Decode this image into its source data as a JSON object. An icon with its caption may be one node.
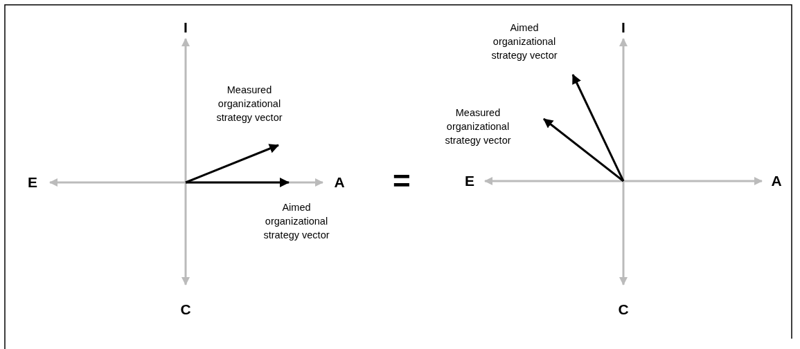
{
  "diagram": {
    "labels": [
      "I",
      "Measured organizational strategy vector",
      "E",
      "A",
      "Aimed organizational strategy vector",
      "C",
      "=",
      "Aimed organizational strategy vector",
      "I",
      "Measured organizational strategy vector",
      "E",
      "A",
      "C"
    ]
  }
}
